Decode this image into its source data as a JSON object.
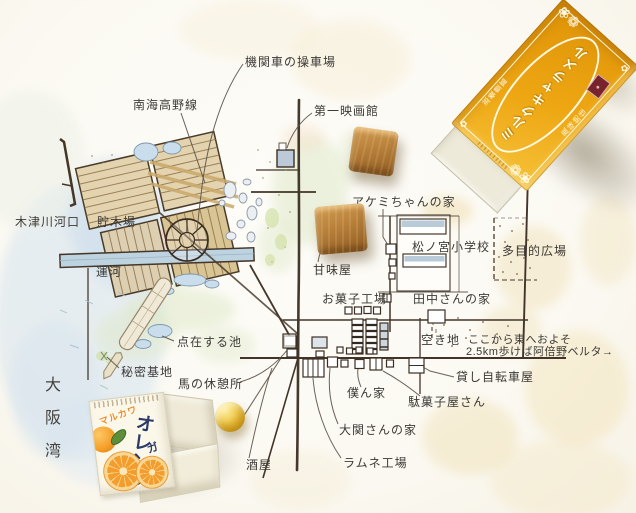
{
  "labels": [
    {
      "id": "switchyard",
      "text": "機関車の操車場"
    },
    {
      "id": "nankai-koya-line",
      "text": "南海高野線"
    },
    {
      "id": "daiichi-cinema",
      "text": "第一映画館"
    },
    {
      "id": "kizugawa-river-mouth",
      "text": "木津川河口"
    },
    {
      "id": "lumber-yard",
      "text": "貯木場"
    },
    {
      "id": "canal",
      "text": "運河"
    },
    {
      "id": "akemi-house",
      "text": "アケミちゃんの家"
    },
    {
      "id": "matsunomiya-school",
      "text": "松ノ宮小学校"
    },
    {
      "id": "multipurpose-plaza",
      "text": "多目的広場"
    },
    {
      "id": "sweets-shop",
      "text": "甘味屋"
    },
    {
      "id": "candy-factory",
      "text": "お菓子工場"
    },
    {
      "id": "tanaka-house",
      "text": "田中さんの家"
    },
    {
      "id": "scattered-ponds",
      "text": "点在する池"
    },
    {
      "id": "vacant-lot",
      "text": "空き地"
    },
    {
      "id": "secret-base",
      "text": "秘密基地"
    },
    {
      "id": "horse-rest-spot",
      "text": "馬の休憩所"
    },
    {
      "id": "bicycle-rental",
      "text": "貸し自転車屋"
    },
    {
      "id": "my-house",
      "text": "僕ん家"
    },
    {
      "id": "dagashi-shop",
      "text": "駄菓子屋さん"
    },
    {
      "id": "ozeki-house",
      "text": "大関さんの家"
    },
    {
      "id": "sake-shop",
      "text": "酒屋"
    },
    {
      "id": "ramune-factory",
      "text": "ラムネ工場"
    }
  ],
  "bay_label": "大阪湾",
  "note": {
    "line1": "ここから東へおよそ",
    "line2": "2.5km歩けば阿倍野ベルタ→"
  },
  "caramel_box": {
    "title": "ミルクキャラメル",
    "side_right": "滋養豊富",
    "side_left": "風味絶佳"
  },
  "gum_box": {
    "brand": "マルカワ",
    "name": "オレンジ",
    "type": "ガム"
  },
  "colors": {
    "ink": "#43342a",
    "label_text": "#3d3a36",
    "box_yellow": "#eea713",
    "seal_red": "#78242e",
    "gum_navy": "#2c3a66",
    "orange": "#f59d26",
    "caramel": "#bb833c",
    "water_wash": "#d3e2ee",
    "green_wash": "#dde8c6",
    "tan_wash": "#eedcab",
    "pink_wash": "#f1ccbe"
  }
}
